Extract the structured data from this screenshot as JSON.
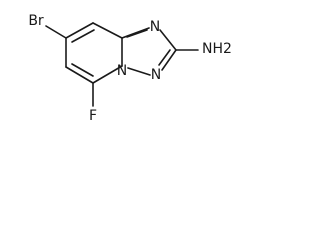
{
  "molecule": {
    "atoms": [
      {
        "id": "Br",
        "label": "Br"
      },
      {
        "id": "N_top",
        "label": "N"
      },
      {
        "id": "N_bridge",
        "label": "N"
      },
      {
        "id": "N_bottom",
        "label": "N"
      },
      {
        "id": "NH2",
        "label": "NH2"
      },
      {
        "id": "F",
        "label": "F"
      }
    ]
  }
}
